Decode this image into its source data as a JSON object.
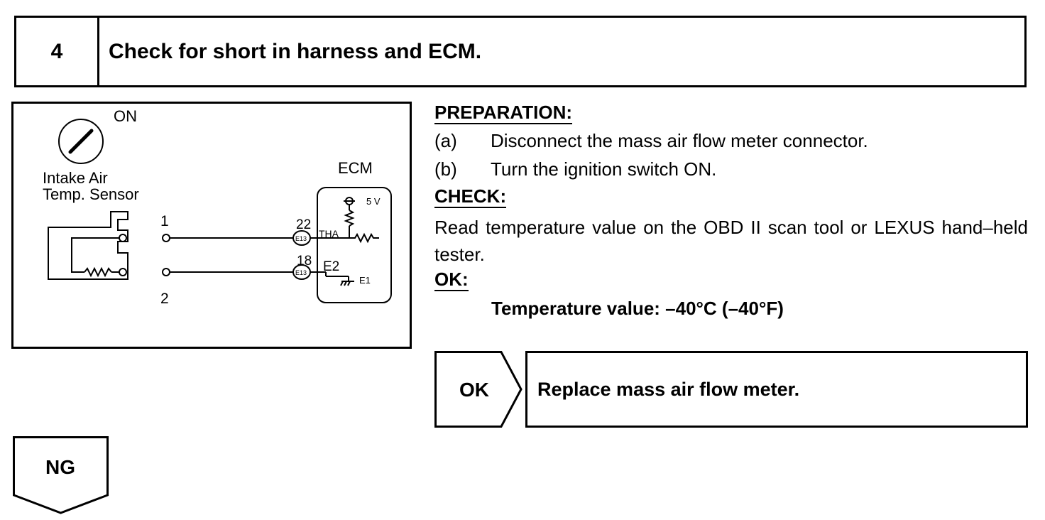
{
  "step": {
    "number": "4",
    "title": "Check for short in harness and ECM."
  },
  "diagram": {
    "ignition_label": "ON",
    "sensor_label_line1": "Intake Air",
    "sensor_label_line2": "Temp. Sensor",
    "ecm_label": "ECM",
    "pin_1": "1",
    "pin_2": "2",
    "terminal_22": "22",
    "terminal_18": "18",
    "connector_top": "E13",
    "connector_bottom": "E13",
    "signal_tha": "THA",
    "signal_e2": "E2",
    "signal_e1": "E1",
    "supply": "5 V"
  },
  "preparation": {
    "heading": "PREPARATION:",
    "items": [
      {
        "tag": "(a)",
        "text": "Disconnect the mass air flow meter connector."
      },
      {
        "tag": "(b)",
        "text": "Turn the ignition switch ON."
      }
    ]
  },
  "check": {
    "heading": "CHECK:",
    "text": "Read temperature value on the OBD II scan tool or LEXUS hand–held tester."
  },
  "ok": {
    "heading": "OK:",
    "spec": "Temperature value: –40°C (–40°F)"
  },
  "results": {
    "ok_label": "OK",
    "ok_action": "Replace mass air flow meter.",
    "ng_label": "NG"
  }
}
